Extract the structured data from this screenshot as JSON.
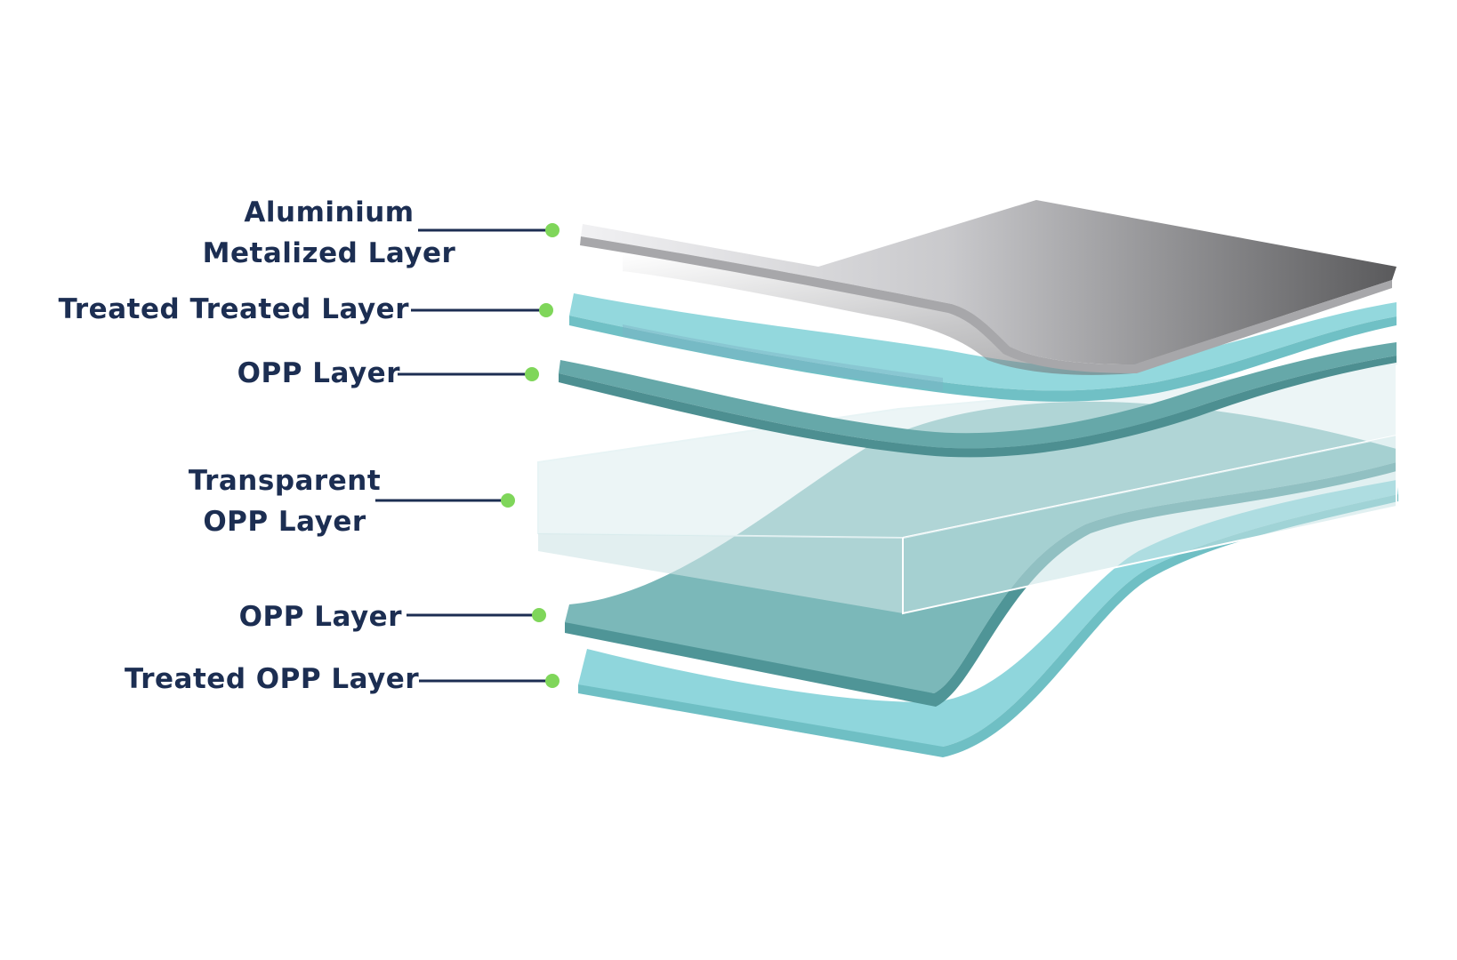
{
  "diagram": {
    "colors": {
      "label_text": "#1c2e52",
      "leader_line": "#1c2e52",
      "leader_dot": "#7fd65a",
      "light_teal": "#8fd6dc",
      "dark_teal": "#5fa6a8",
      "metal_light": "#e4e4e6",
      "metal_dark": "#5e5e60"
    },
    "labels": {
      "aluminium": {
        "line1": "Aluminium",
        "line2": "Metalized Layer"
      },
      "treated_treated": "Treated Treated Layer",
      "opp_top": "OPP Layer",
      "transparent": {
        "line1": "Transparent",
        "line2": "OPP Layer"
      },
      "opp_bottom": "OPP Layer",
      "treated_opp": "Treated OPP Layer"
    }
  }
}
